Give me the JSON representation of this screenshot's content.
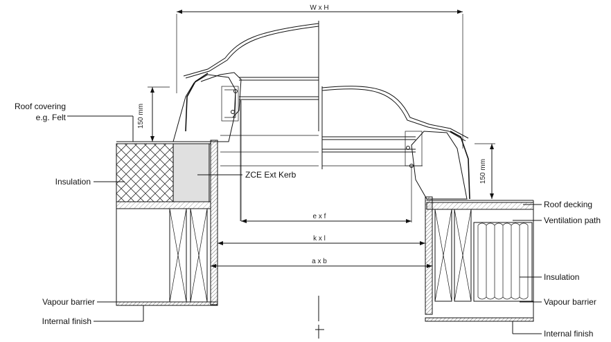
{
  "labels": {
    "roof_covering_1": "Roof covering",
    "roof_covering_2": "e.g. Felt",
    "insulation_left": "Insulation",
    "kerb": "ZCE Ext Kerb",
    "vapour_barrier_left": "Vapour barrier",
    "internal_finish_left": "Internal finish",
    "roof_decking": "Roof decking",
    "ventilation_path": "Ventilation path",
    "insulation_right": "Insulation",
    "vapour_barrier_right": "Vapour barrier",
    "internal_finish_right": "Internal finish"
  },
  "dimensions": {
    "overall": "W x H",
    "upstand_left": "150 mm",
    "upstand_right": "150 mm",
    "opening_ef": "e x f",
    "opening_kl": "k x l",
    "opening_ab": "a x b"
  },
  "colors": {
    "line": "#111111",
    "hatch": "#555555",
    "background": "#ffffff"
  }
}
